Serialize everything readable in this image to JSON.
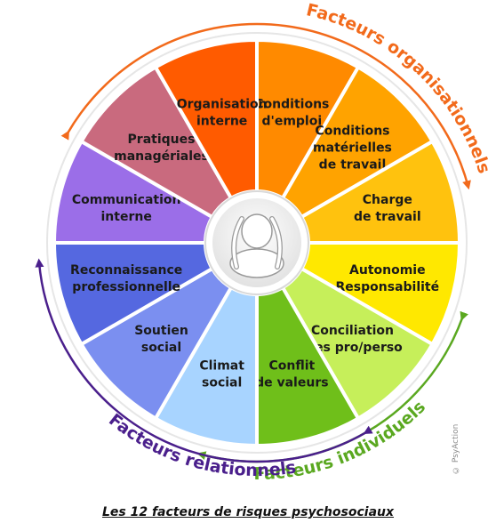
{
  "segments": [
    {
      "lines": [
        "Conditions",
        "d'emploi"
      ],
      "color": "#ff8a00",
      "text_color": "#1a1a1a"
    },
    {
      "lines": [
        "Conditions",
        "matérielles",
        "de travail"
      ],
      "color": "#ffa300",
      "text_color": "#1a1a1a"
    },
    {
      "lines": [
        "Charge",
        "de travail"
      ],
      "color": "#ffc20e",
      "text_color": "#1a1a1a"
    },
    {
      "lines": [
        "Autonomie",
        "Responsabilité"
      ],
      "color": "#ffe800",
      "text_color": "#1a1a1a"
    },
    {
      "lines": [
        "Conciliation",
        "vies pro/perso"
      ],
      "color": "#c6ef5a",
      "text_color": "#1a1a1a"
    },
    {
      "lines": [
        "Conflit",
        "de valeurs"
      ],
      "color": "#6fbf1a",
      "text_color": "#1a1a1a"
    },
    {
      "lines": [
        "Climat",
        "social"
      ],
      "color": "#a8d4ff",
      "text_color": "#1a1a1a"
    },
    {
      "lines": [
        "Soutien",
        "social"
      ],
      "color": "#7b8ff0",
      "text_color": "#1a1a1a"
    },
    {
      "lines": [
        "Reconnaissance",
        "professionnelle"
      ],
      "color": "#5568e0",
      "text_color": "#1a1a1a"
    },
    {
      "lines": [
        "Communication",
        "interne"
      ],
      "color": "#9b6ee8",
      "text_color": "#1a1a1a"
    },
    {
      "lines": [
        "Pratiques",
        "managériales"
      ],
      "color": "#c96a7e",
      "text_color": "#1a1a1a"
    },
    {
      "lines": [
        "Organisation",
        "interne"
      ],
      "color": "#ff5b00",
      "text_color": "#1a1a1a"
    }
  ],
  "arcs": {
    "organisationnels": {
      "label": "Facteurs organisationnels",
      "color": "#f26a1b"
    },
    "individuels": {
      "label": "Facteurs individuels",
      "color": "#5aa820"
    },
    "relationnels": {
      "label": "Facteurs relationnels",
      "color": "#4a1f8c"
    }
  },
  "center_icon": "stressed-person-icon",
  "credit": "© PsyAction",
  "caption": "Les 12 facteurs de risques psychosociaux"
}
